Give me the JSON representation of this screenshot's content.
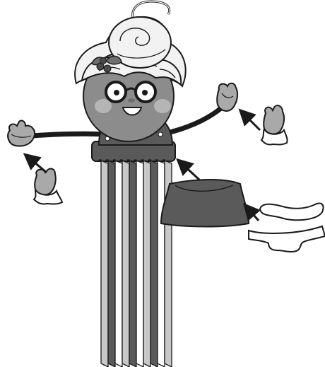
{
  "illustration": {
    "subject": "craft-figure-assembly",
    "parts": [
      {
        "name": "hanger-loop"
      },
      {
        "name": "hair-bun"
      },
      {
        "name": "holly-decoration"
      },
      {
        "name": "head"
      },
      {
        "name": "glasses"
      },
      {
        "name": "arms-pipe-cleaner"
      },
      {
        "name": "mittens"
      },
      {
        "name": "ric-rac-skirt"
      },
      {
        "name": "shawl"
      },
      {
        "name": "apron-and-collar"
      }
    ],
    "arrow_count": 4
  },
  "colors": {
    "outline": "#1a1a1a",
    "skin": "#8c8c8c",
    "cheek": "#b5b5b5",
    "hair": "#f2f2f2",
    "dark_cloth": "#5a5a5a",
    "light_cloth": "#c8c8c8",
    "white": "#ffffff",
    "mitten": "#a9a9a9"
  }
}
